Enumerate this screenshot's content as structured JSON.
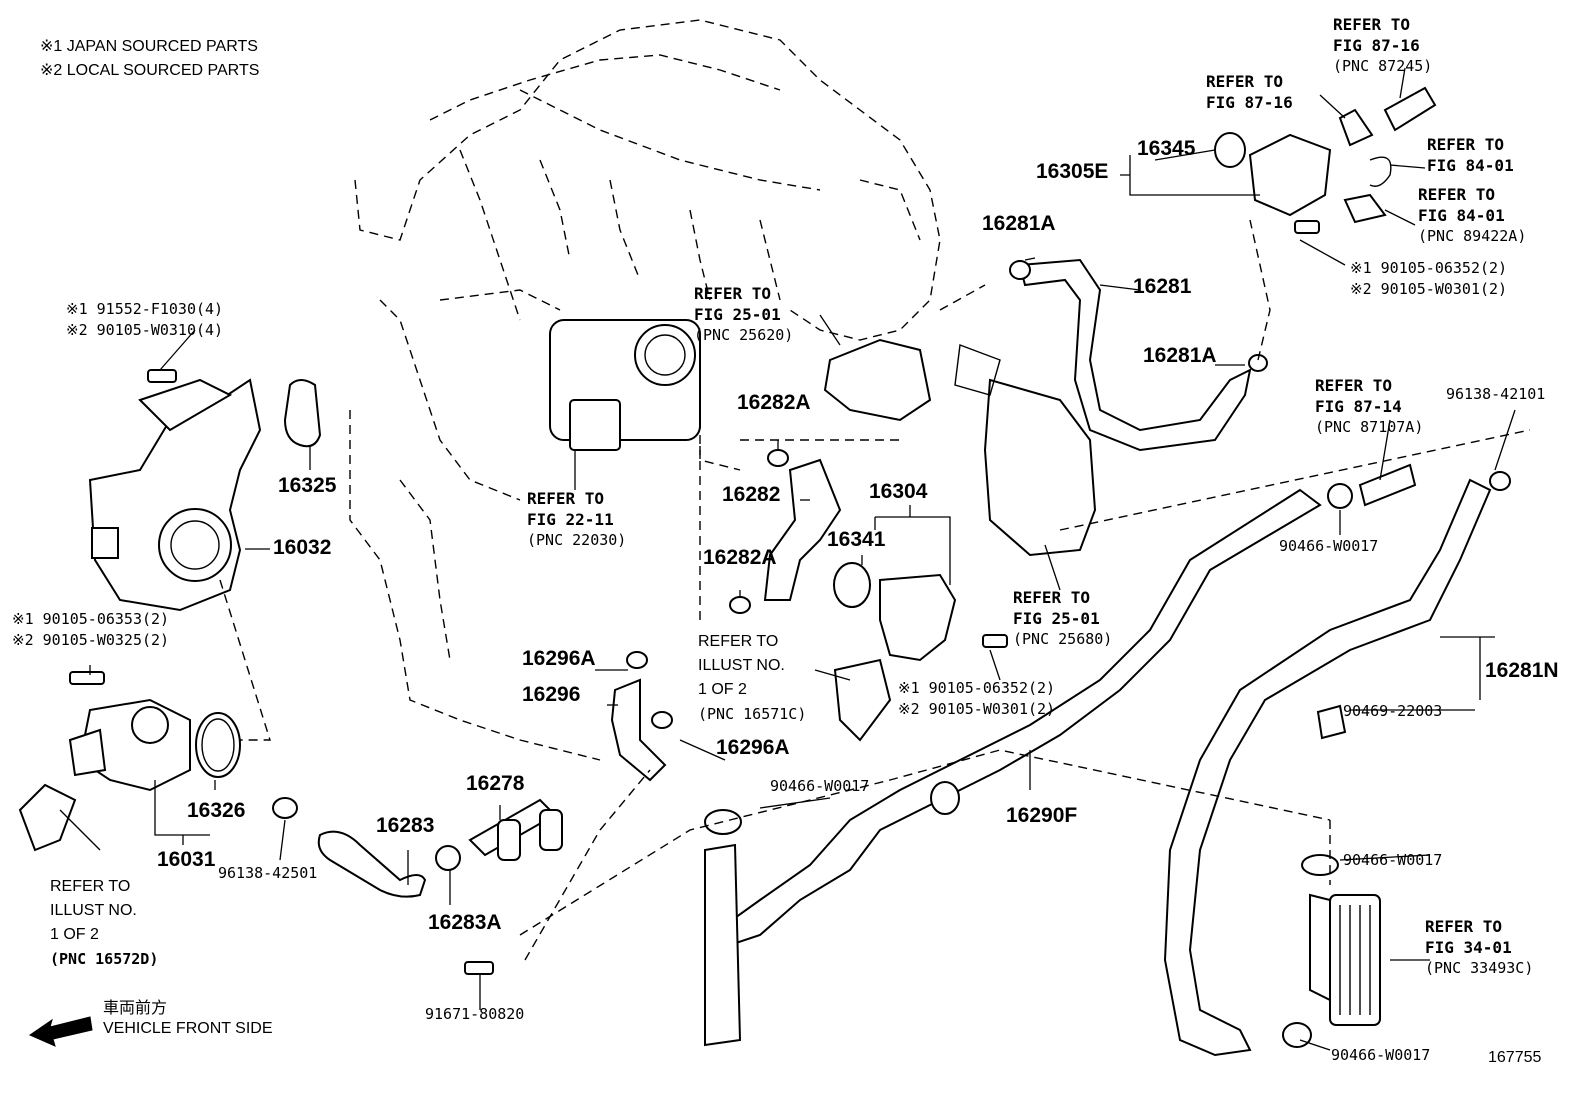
{
  "notes": {
    "japan": "※1  JAPAN SOURCED PARTS",
    "local": "※2  LOCAL SOURCED PARTS"
  },
  "parts": {
    "p16325": "16325",
    "p16032": "16032",
    "p16326": "16326",
    "p16031": "16031",
    "p16283": "16283",
    "p16283A": "16283A",
    "p16278": "16278",
    "p16296A_top": "16296A",
    "p16296": "16296",
    "p16296A_bot": "16296A",
    "p16282A_top": "16282A",
    "p16282": "16282",
    "p16282A_bot": "16282A",
    "p16304": "16304",
    "p16341": "16341",
    "p16281A_top": "16281A",
    "p16281": "16281",
    "p16281A_right": "16281A",
    "p16345": "16345",
    "p16305E": "16305E",
    "p16290F": "16290F",
    "p16281N": "16281N"
  },
  "bolts": {
    "b_top_left_1": "※1 91552-F1030(4)",
    "b_top_left_2": "※2 90105-W0310(4)",
    "b_mid_left_1": "※1 90105-06353(2)",
    "b_mid_left_2": "※2 90105-W0325(2)",
    "b_mid_1": "※1 90105-06352(2)",
    "b_mid_2": "※2 90105-W0301(2)",
    "b_right_1": "※1 90105-06352(2)",
    "b_right_2": "※2 90105-W0301(2)",
    "clamp_96138_42501": "96138-42501",
    "bolt_91671_80820": "91671-80820",
    "clamp_90466_mid": "90466-W0017",
    "clamp_90466_right_top": "90466-W0017",
    "clamp_90469": "90469-22003",
    "clamp_90466_right_mid": "90466-W0017",
    "clamp_90466_right_bot": "90466-W0017",
    "clamp_96138_42101": "96138-42101"
  },
  "refs": {
    "r_illust_left": [
      "REFER TO",
      "ILLUST NO.",
      "1 OF 2",
      "(PNC 16572D)"
    ],
    "r_fig22": [
      "REFER TO",
      "FIG 22-11",
      "(PNC 22030)"
    ],
    "r_fig25_top": [
      "REFER TO",
      "FIG 25-01",
      "(PNC 25620)"
    ],
    "r_illust_mid": [
      "REFER TO",
      "ILLUST NO.",
      "1 OF 2",
      "(PNC 16571C)"
    ],
    "r_fig25_bot": [
      "REFER TO",
      "FIG 25-01",
      "(PNC 25680)"
    ],
    "r_fig87_16_a": [
      "REFER TO",
      "FIG 87-16",
      "(PNC 87245)"
    ],
    "r_fig87_16_b": [
      "REFER TO",
      "FIG 87-16"
    ],
    "r_fig84_a": [
      "REFER TO",
      "FIG 84-01"
    ],
    "r_fig84_b": [
      "REFER TO",
      "FIG 84-01",
      "(PNC 89422A)"
    ],
    "r_fig87_14": [
      "REFER TO",
      "FIG 87-14",
      "(PNC 87107A)"
    ],
    "r_fig34": [
      "REFER TO",
      "FIG 34-01",
      "(PNC 33493C)"
    ]
  },
  "footer": {
    "front_jp": "車両前方",
    "front_en": "VEHICLE FRONT SIDE",
    "illustration_no": "167755"
  }
}
